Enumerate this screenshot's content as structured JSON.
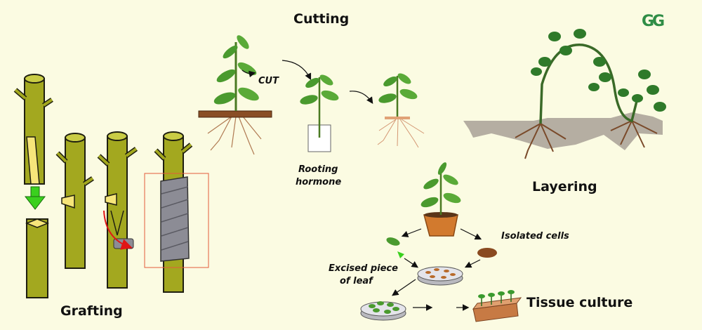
{
  "titles": {
    "cutting": "Cutting",
    "grafting": "Grafting",
    "layering": "Layering",
    "tissue_culture": "Tissue culture"
  },
  "notes": {
    "cut": "CUT",
    "rooting_hormone_line1": "Rooting",
    "rooting_hormone_line2": "hormone",
    "isolated_cells": "Isolated cells",
    "excised_line1": "Excised piece",
    "excised_line2": "of leaf"
  },
  "logo": "GG",
  "colors": {
    "background": "#fbfbe2",
    "leaf": "#4a9a2e",
    "stem": "#a3a81f",
    "soil": "#b5aea2",
    "root": "#7a4a2a",
    "arrow_green": "#3ad01e",
    "arrow_red": "#e01515",
    "tape": "#8c8c95",
    "brand": "#2f8d46"
  }
}
